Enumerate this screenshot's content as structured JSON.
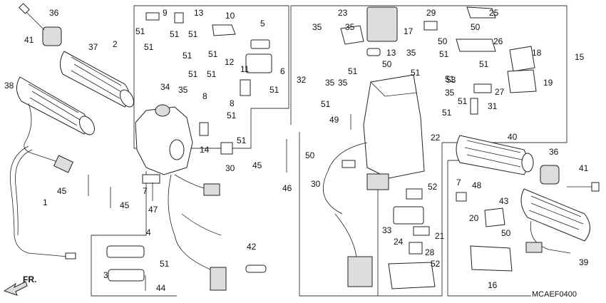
{
  "diagram": {
    "reference_code": "MCAEF0400",
    "direction_label": "FR.",
    "callouts": [
      "1",
      "2",
      "3",
      "4",
      "5",
      "6",
      "7",
      "8",
      "9",
      "10",
      "11",
      "12",
      "13",
      "14",
      "15",
      "16",
      "17",
      "18",
      "19",
      "20",
      "21",
      "22",
      "23",
      "24",
      "25",
      "26",
      "27",
      "28",
      "29",
      "30",
      "31",
      "32",
      "33",
      "34",
      "35",
      "36",
      "37",
      "38",
      "39",
      "40",
      "41",
      "42",
      "43",
      "44",
      "45",
      "46",
      "47",
      "48",
      "49",
      "50",
      "51",
      "52",
      "53"
    ]
  }
}
